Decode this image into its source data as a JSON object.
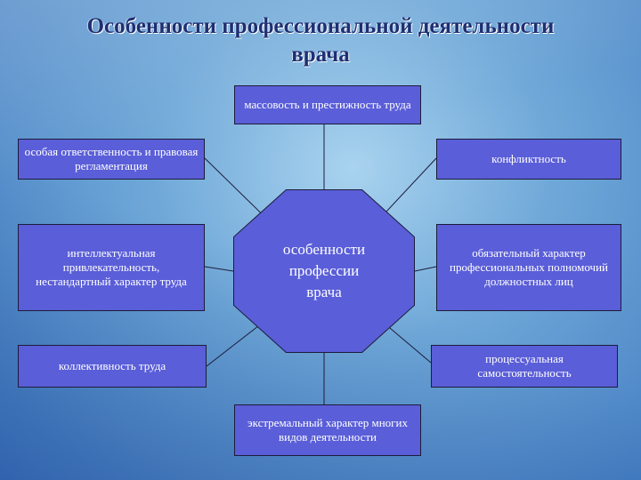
{
  "title": {
    "line1": "Особенности профессиональной деятельности",
    "line2": "врача"
  },
  "center": "особенности профессии врача",
  "boxes": {
    "top": "массовость и престижность труда",
    "left1": "особая ответственность и правовая регламентация",
    "right1": "конфликтность",
    "left2": "интеллектуальная привлекательность, нестандартный характер труда",
    "right2": "обязательный характер профессиональных полномочий должностных лиц",
    "left3": "коллективность труда",
    "right3": "процессуальная самостоятельность",
    "bottom": "экстремальный характер многих видов деятельности"
  },
  "colors": {
    "box_fill": "#5a5ed8",
    "border": "#1c1c3a",
    "title": "#1e2f73"
  }
}
